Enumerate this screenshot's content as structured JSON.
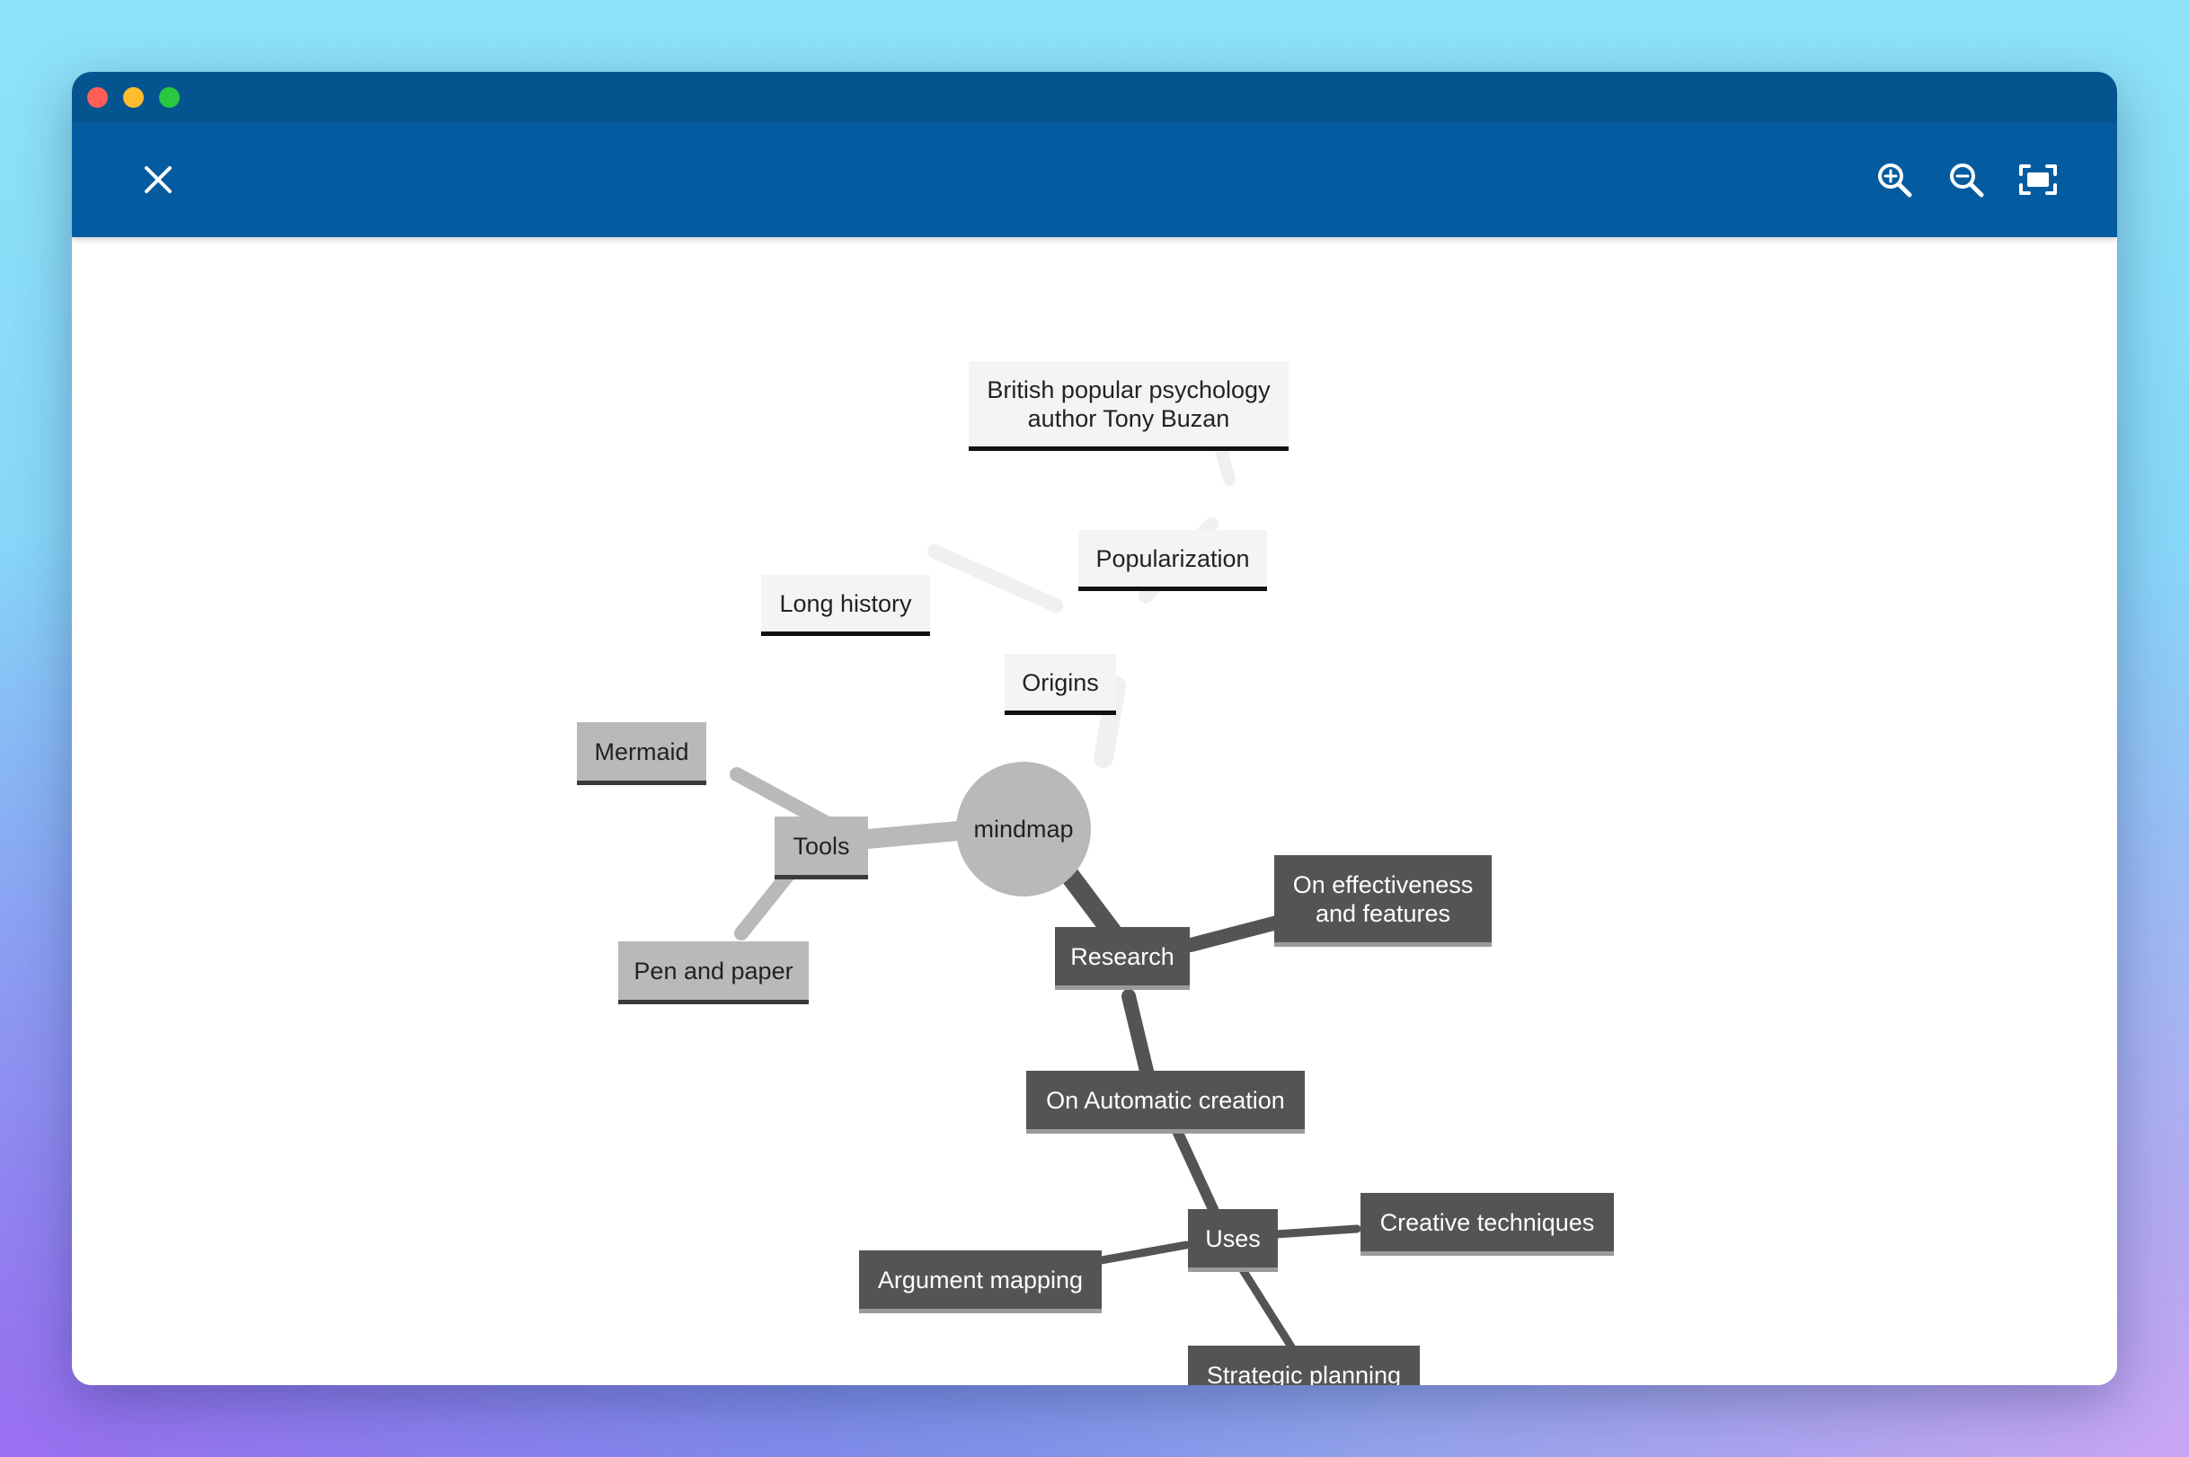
{
  "window": {
    "traffic_lights": [
      {
        "name": "close",
        "color": "#ff5f57"
      },
      {
        "name": "minimize",
        "color": "#febc2e"
      },
      {
        "name": "zoom",
        "color": "#28c840"
      }
    ]
  },
  "toolbar": {
    "close_icon": "close-icon",
    "zoom_in_icon": "zoom-in-icon",
    "zoom_out_icon": "zoom-out-icon",
    "fit_screen_icon": "fit-screen-icon",
    "background_color": "#045b9f",
    "icon_color": "#ffffff"
  },
  "mindmap": {
    "root": "mindmap",
    "branches": {
      "origins": {
        "label": "Origins",
        "long_history": "Long history",
        "popularization": "Popularization",
        "buzan": "British popular psychology\nauthor Tony  Buzan"
      },
      "tools": {
        "label": "Tools",
        "mermaid": "Mermaid",
        "pen_and_paper": "Pen and paper"
      },
      "research": {
        "label": "Research",
        "effectiveness": "On effectiveness\nand features",
        "automatic_creation": "On Automatic creation",
        "uses": "Uses",
        "creative_techniques": "Creative techniques",
        "argument_mapping": "Argument mapping",
        "strategic_planning": "Strategic planning"
      }
    },
    "colors": {
      "origins_branch": "#f4f4f4",
      "tools_branch": "#b9b9b9",
      "research_branch": "#545454"
    }
  }
}
